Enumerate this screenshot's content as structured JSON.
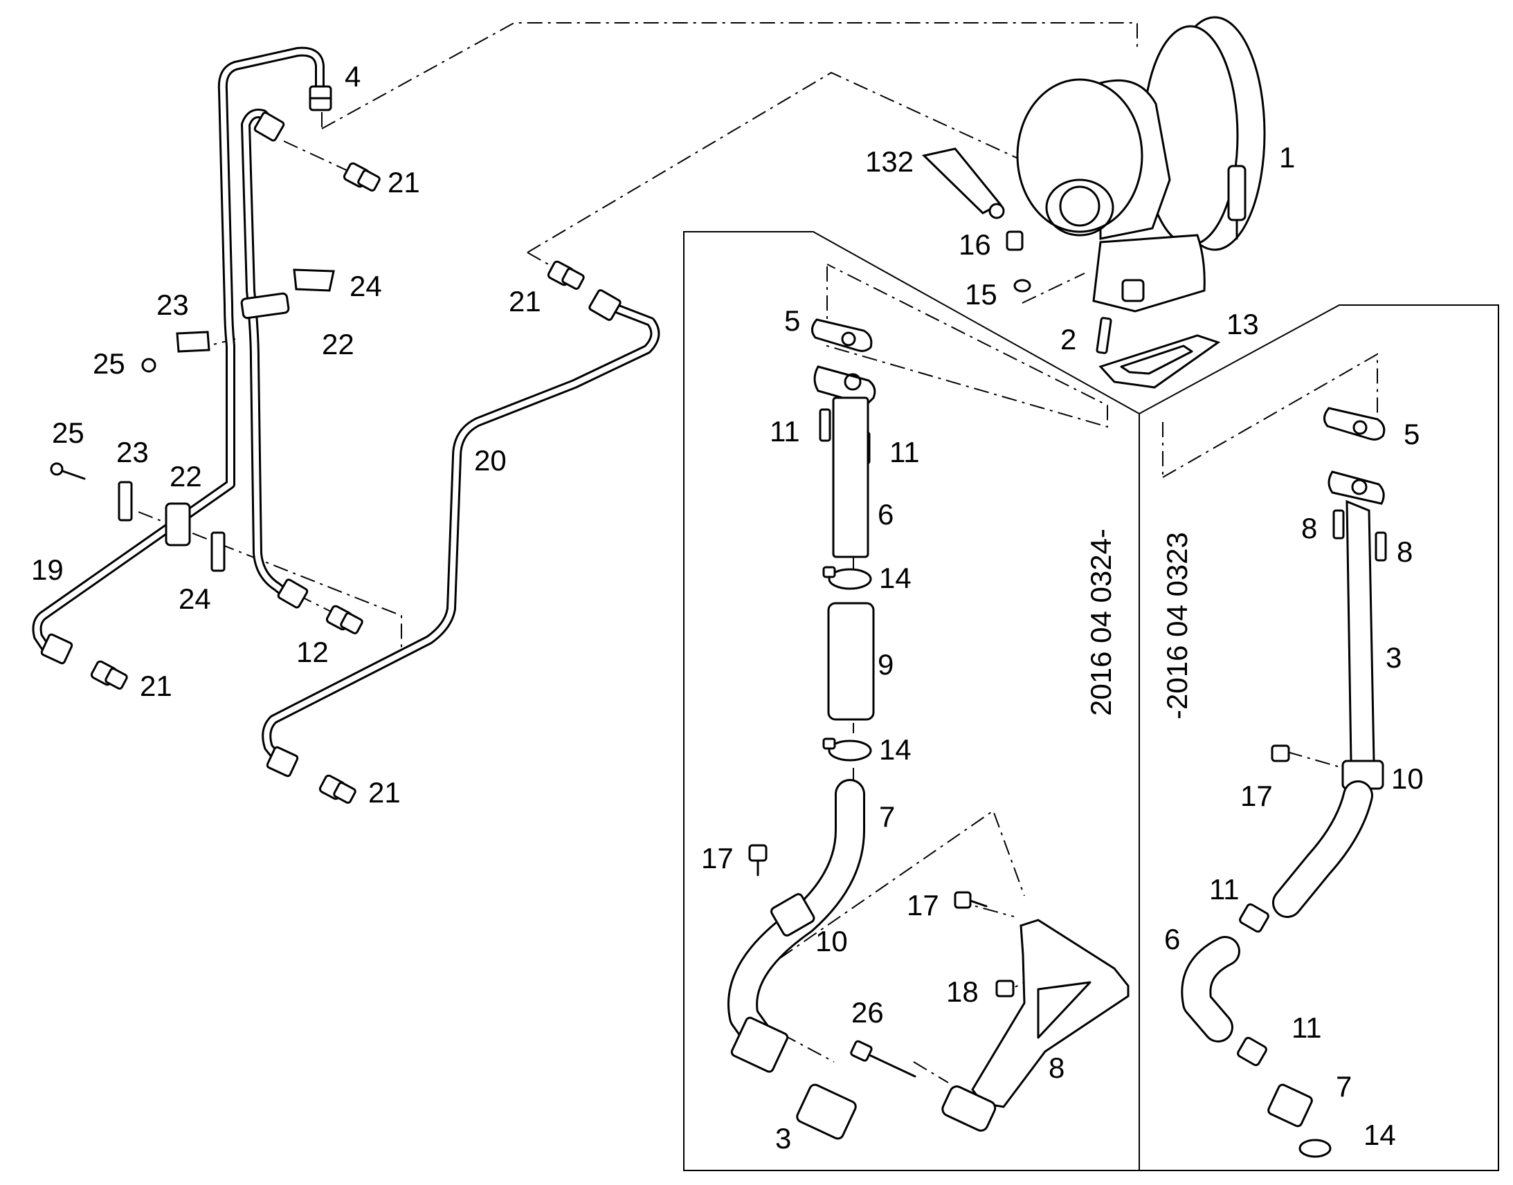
{
  "labels": [
    {
      "id": "l4",
      "text": "4"
    },
    {
      "id": "l21a",
      "text": "21"
    },
    {
      "id": "l132",
      "text": "132"
    },
    {
      "id": "l1",
      "text": "1"
    },
    {
      "id": "l16",
      "text": "16"
    },
    {
      "id": "l15",
      "text": "15"
    },
    {
      "id": "l2",
      "text": "2"
    },
    {
      "id": "l13",
      "text": "13"
    },
    {
      "id": "l24a",
      "text": "24"
    },
    {
      "id": "l23a",
      "text": "23"
    },
    {
      "id": "l22a",
      "text": "22"
    },
    {
      "id": "l25a",
      "text": "25"
    },
    {
      "id": "l21b",
      "text": "21"
    },
    {
      "id": "l5a",
      "text": "5"
    },
    {
      "id": "l11a",
      "text": "11"
    },
    {
      "id": "l11b",
      "text": "11"
    },
    {
      "id": "l25b",
      "text": "25"
    },
    {
      "id": "l23b",
      "text": "23"
    },
    {
      "id": "l22b",
      "text": "22"
    },
    {
      "id": "l20",
      "text": "20"
    },
    {
      "id": "l6a",
      "text": "6"
    },
    {
      "id": "l19",
      "text": "19"
    },
    {
      "id": "l24b",
      "text": "24"
    },
    {
      "id": "l14a",
      "text": "14"
    },
    {
      "id": "l12",
      "text": "12"
    },
    {
      "id": "l21c",
      "text": "21"
    },
    {
      "id": "l9",
      "text": "9"
    },
    {
      "id": "l14b",
      "text": "14"
    },
    {
      "id": "l21d",
      "text": "21"
    },
    {
      "id": "l7a",
      "text": "7"
    },
    {
      "id": "l17a",
      "text": "17"
    },
    {
      "id": "l10a",
      "text": "10"
    },
    {
      "id": "l17b",
      "text": "17"
    },
    {
      "id": "l18",
      "text": "18"
    },
    {
      "id": "l26",
      "text": "26"
    },
    {
      "id": "l8a",
      "text": "8"
    },
    {
      "id": "l3a",
      "text": "3"
    },
    {
      "id": "l5b",
      "text": "5"
    },
    {
      "id": "l8b",
      "text": "8"
    },
    {
      "id": "l8c",
      "text": "8"
    },
    {
      "id": "l3b",
      "text": "3"
    },
    {
      "id": "l17c",
      "text": "17"
    },
    {
      "id": "l10b",
      "text": "10"
    },
    {
      "id": "l11c",
      "text": "11"
    },
    {
      "id": "l6b",
      "text": "6"
    },
    {
      "id": "l11d",
      "text": "11"
    },
    {
      "id": "l7b",
      "text": "7"
    },
    {
      "id": "l14c",
      "text": "14"
    }
  ],
  "serial_ranges": {
    "from": "2016 04 0324-",
    "to": "-2016 04 0323"
  }
}
